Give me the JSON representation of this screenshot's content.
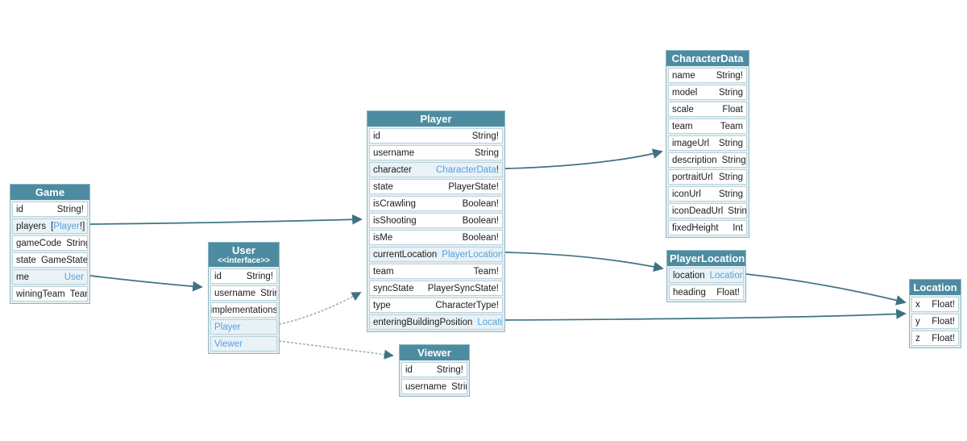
{
  "colors": {
    "header_bg": "#4d8ca0",
    "header_text": "#ffffff",
    "link_text": "#56a1dc",
    "edge_solid": "#3d7383",
    "edge_dotted": "#8fb0bb",
    "row_border": "#b9d2da",
    "link_row_bg": "#e9f2f7",
    "canvas_bg": "#ffffff"
  },
  "tables": [
    {
      "id": "game",
      "title": "Game",
      "fields": [
        {
          "name": "id",
          "type": "String!"
        },
        {
          "name": "players",
          "prefix": "[",
          "link": "Player",
          "suffix": "!]"
        },
        {
          "name": "gameCode",
          "type": "String!"
        },
        {
          "name": "state",
          "type": "GameState!"
        },
        {
          "name": "me",
          "link": "User"
        },
        {
          "name": "winingTeam",
          "type": "Team"
        }
      ]
    },
    {
      "id": "user",
      "title": "User",
      "subtitle": "<<interface>>",
      "fields": [
        {
          "name": "id",
          "type": "String!"
        },
        {
          "name": "username",
          "type": "String"
        },
        {
          "section": "implementations"
        },
        {
          "link_row": "Player"
        },
        {
          "link_row": "Viewer"
        }
      ]
    },
    {
      "id": "player",
      "title": "Player",
      "fields": [
        {
          "name": "id",
          "type": "String!"
        },
        {
          "name": "username",
          "type": "String"
        },
        {
          "name": "character",
          "link": "CharacterData",
          "suffix": "!"
        },
        {
          "name": "state",
          "type": "PlayerState!"
        },
        {
          "name": "isCrawling",
          "type": "Boolean!"
        },
        {
          "name": "isShooting",
          "type": "Boolean!"
        },
        {
          "name": "isMe",
          "type": "Boolean!"
        },
        {
          "name": "currentLocation",
          "link": "PlayerLocation",
          "suffix": "!"
        },
        {
          "name": "team",
          "type": "Team!"
        },
        {
          "name": "syncState",
          "type": "PlayerSyncState!"
        },
        {
          "name": "type",
          "type": "CharacterType!"
        },
        {
          "name": "enteringBuildingPosition",
          "link": "Location"
        }
      ]
    },
    {
      "id": "characterdata",
      "title": "CharacterData",
      "fields": [
        {
          "name": "name",
          "type": "String!"
        },
        {
          "name": "model",
          "type": "String"
        },
        {
          "name": "scale",
          "type": "Float"
        },
        {
          "name": "team",
          "type": "Team"
        },
        {
          "name": "imageUrl",
          "type": "String"
        },
        {
          "name": "description",
          "type": "String"
        },
        {
          "name": "portraitUrl",
          "type": "String"
        },
        {
          "name": "iconUrl",
          "type": "String"
        },
        {
          "name": "iconDeadUrl",
          "type": "String"
        },
        {
          "name": "fixedHeight",
          "type": "Int"
        }
      ]
    },
    {
      "id": "playerlocation",
      "title": "PlayerLocation",
      "fields": [
        {
          "name": "location",
          "link": "Location",
          "suffix": "!"
        },
        {
          "name": "heading",
          "type": "Float!"
        }
      ]
    },
    {
      "id": "location",
      "title": "Location",
      "fields": [
        {
          "name": "x",
          "type": "Float!"
        },
        {
          "name": "y",
          "type": "Float!"
        },
        {
          "name": "z",
          "type": "Float!"
        }
      ]
    },
    {
      "id": "viewer",
      "title": "Viewer",
      "fields": [
        {
          "name": "id",
          "type": "String!"
        },
        {
          "name": "username",
          "type": "String"
        }
      ]
    }
  ],
  "edges": [
    {
      "from": "Game.players",
      "to": "Player",
      "style": "solid"
    },
    {
      "from": "Game.me",
      "to": "User",
      "style": "solid"
    },
    {
      "from": "User.Player",
      "to": "Player",
      "style": "dotted"
    },
    {
      "from": "User.Viewer",
      "to": "Viewer",
      "style": "dotted"
    },
    {
      "from": "Player.character",
      "to": "CharacterData",
      "style": "solid"
    },
    {
      "from": "Player.currentLocation",
      "to": "PlayerLocation",
      "style": "solid"
    },
    {
      "from": "Player.enteringBuildingPosition",
      "to": "Location",
      "style": "solid"
    },
    {
      "from": "PlayerLocation.location",
      "to": "Location",
      "style": "solid"
    }
  ]
}
